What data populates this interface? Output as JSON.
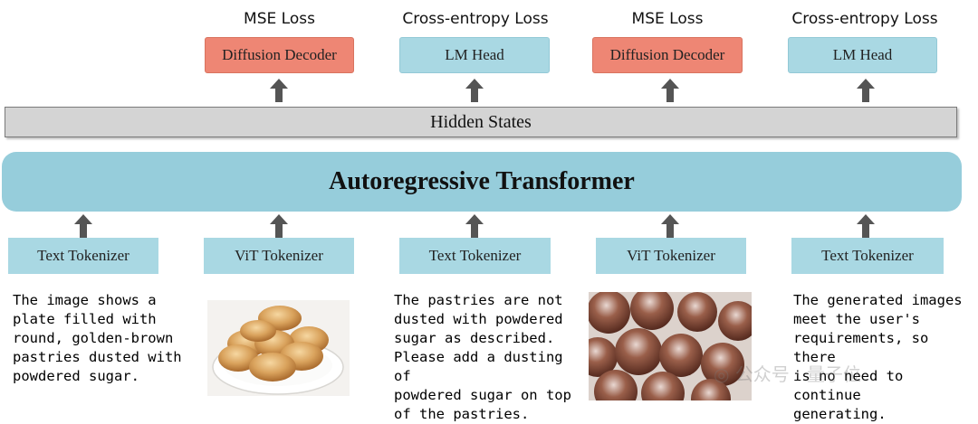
{
  "outputs": [
    {
      "loss": "MSE Loss",
      "head": "Diffusion Decoder",
      "kind": "decoder"
    },
    {
      "loss": "Cross-entropy Loss",
      "head": "LM Head",
      "kind": "lmhead"
    },
    {
      "loss": "MSE Loss",
      "head": "Diffusion Decoder",
      "kind": "decoder"
    },
    {
      "loss": "Cross-entropy Loss",
      "head": "LM Head",
      "kind": "lmhead"
    }
  ],
  "hidden_states_label": "Hidden States",
  "transformer_label": "Autoregressive Transformer",
  "tokenizers": [
    "Text Tokenizer",
    "ViT Tokenizer",
    "Text Tokenizer",
    "ViT Tokenizer",
    "Text Tokenizer"
  ],
  "inputs": {
    "text1": "The image shows a\nplate filled with\nround, golden-brown\npastries dusted with\npowdered sugar.",
    "text2": "The pastries are not\ndusted with powdered\nsugar as described.\nPlease add a dusting of\npowdered sugar on top\nof the pastries.",
    "text3": "The generated images\nmeet the user's\nrequirements, so there\nis no need to continue\ngenerating."
  },
  "images": [
    {
      "icon": "golden-pastries-plate-photo"
    },
    {
      "icon": "sugar-dusted-pastries-photo"
    }
  ],
  "colors": {
    "decoder": "#ee8674",
    "lm_head": "#a9d8e3",
    "hidden_states": "#d4d4d4",
    "transformer": "#96cddb",
    "tokenizer": "#a9d8e3",
    "arrow": "#555555"
  }
}
